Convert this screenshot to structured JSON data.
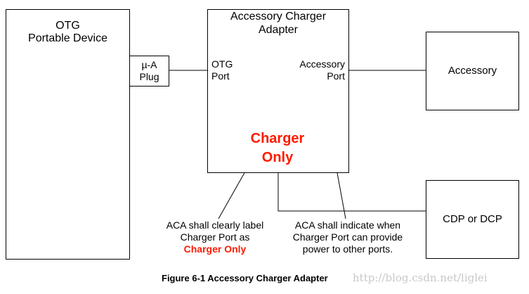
{
  "otg_device": {
    "line1": "OTG",
    "line2": "Portable Device"
  },
  "plug": {
    "line1": "µ-A",
    "line2": "Plug"
  },
  "aca": {
    "title_line1": "Accessory Charger",
    "title_line2": "Adapter",
    "otg_port_line1": "OTG",
    "otg_port_line2": "Port",
    "acc_port_line1": "Accessory",
    "acc_port_line2": "Port",
    "charger_line1": "Charger",
    "charger_line2": "Only"
  },
  "accessory": {
    "label": "Accessory"
  },
  "cdp": {
    "label": "CDP or DCP"
  },
  "note_label": {
    "line1": "ACA shall clearly label",
    "line2": "Charger Port as",
    "line3": "Charger Only"
  },
  "note_indicate": {
    "line1": "ACA shall indicate when",
    "line2": "Charger Port can provide",
    "line3": "power to other ports."
  },
  "caption": "Figure 6-1  Accessory Charger Adapter",
  "watermark": "http://blog.csdn.net/liglei",
  "colors": {
    "accent_red": "#ff1a00",
    "indicator_red": "#ff1a00"
  }
}
